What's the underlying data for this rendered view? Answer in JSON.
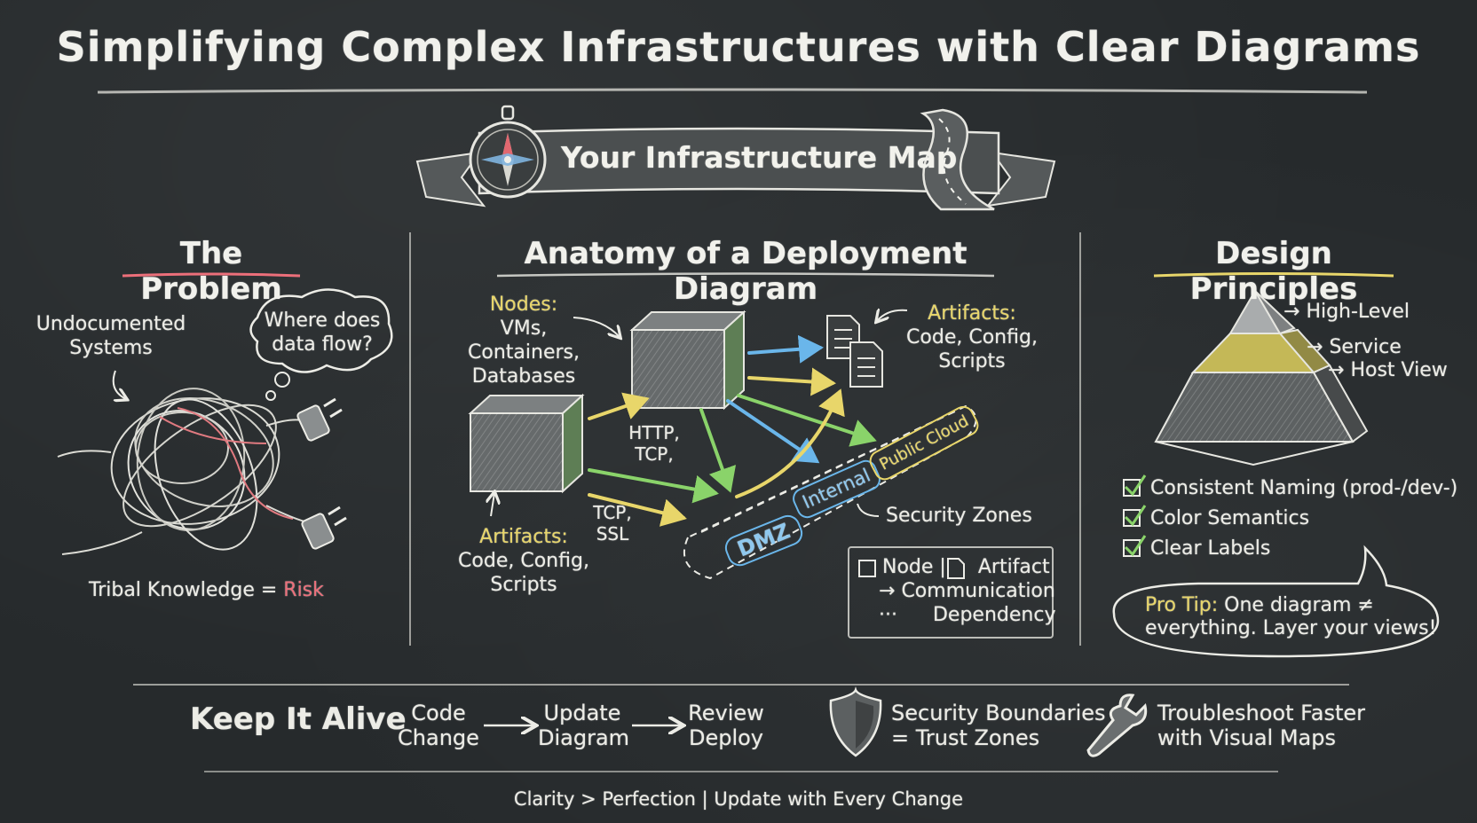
{
  "title": "Simplifying Complex Infrastructures with Clear Diagrams",
  "banner": {
    "label": "Your Infrastructure Map",
    "compass_icon": "compass-icon",
    "road_icon": "winding-road-icon"
  },
  "problem": {
    "heading": "The Problem",
    "undocumented": [
      "Undocumented",
      "Systems"
    ],
    "thought": [
      "Where does",
      "data flow?"
    ],
    "footer_prefix": "Tribal Knowledge =",
    "footer_risk": "Risk",
    "cable_icon": "tangled-cables-icon"
  },
  "anatomy": {
    "heading": "Anatomy of a Deployment Diagram",
    "nodes_label": "Nodes:",
    "nodes_lines": [
      "VMs,",
      "Containers,",
      "Databases"
    ],
    "artifacts_top_label": "Artifacts:",
    "artifacts_top_lines": [
      "Code, Config,",
      "Scripts"
    ],
    "artifacts_bottom_label": "Artifacts:",
    "artifacts_bottom_lines": [
      "Code, Config,",
      "Scripts"
    ],
    "http_tcp": [
      "HTTP,",
      "TCP,"
    ],
    "tcp_ssl": [
      "TCP,",
      "SSL"
    ],
    "zones": {
      "dmz": "DMZ",
      "internal": "Internal",
      "public": "Public Cloud"
    },
    "security_zones": "Security Zones",
    "legend": {
      "node": "Node",
      "separator": "|",
      "artifact": "Artifact",
      "communication_symbol": "→",
      "communication": "Communication",
      "dependency_symbol": "···",
      "dependency": "Dependency"
    }
  },
  "principles": {
    "heading": "Design Principles",
    "pyramid_levels": [
      "High-Level",
      "Service",
      "Host View"
    ],
    "arrow": "→",
    "checklist": [
      "Consistent Naming (prod-/dev-)",
      "Color Semantics",
      "Clear Labels"
    ],
    "tip_label": "Pro Tip:",
    "tip_line1": "One diagram ≠",
    "tip_line2": "everything. Layer your views!"
  },
  "bottom": {
    "keep_alive": "Keep It Alive",
    "steps": [
      [
        "Code",
        "Change"
      ],
      [
        "Update",
        "Diagram"
      ],
      [
        "Review",
        "Deploy"
      ]
    ],
    "security": [
      "Security Boundaries",
      "= Trust Zones"
    ],
    "troubleshoot": [
      "Troubleshoot Faster",
      "with Visual Maps"
    ],
    "footer": "Clarity > Perfection | Update with Every Change"
  },
  "colors": {
    "chalk_white": "#ecece6",
    "chalk_yellow": "#e8d66a",
    "chalk_blue": "#6ab6ea",
    "chalk_green": "#8ad36a",
    "chalk_red": "#ec6f7a",
    "board": "#262a2c"
  }
}
